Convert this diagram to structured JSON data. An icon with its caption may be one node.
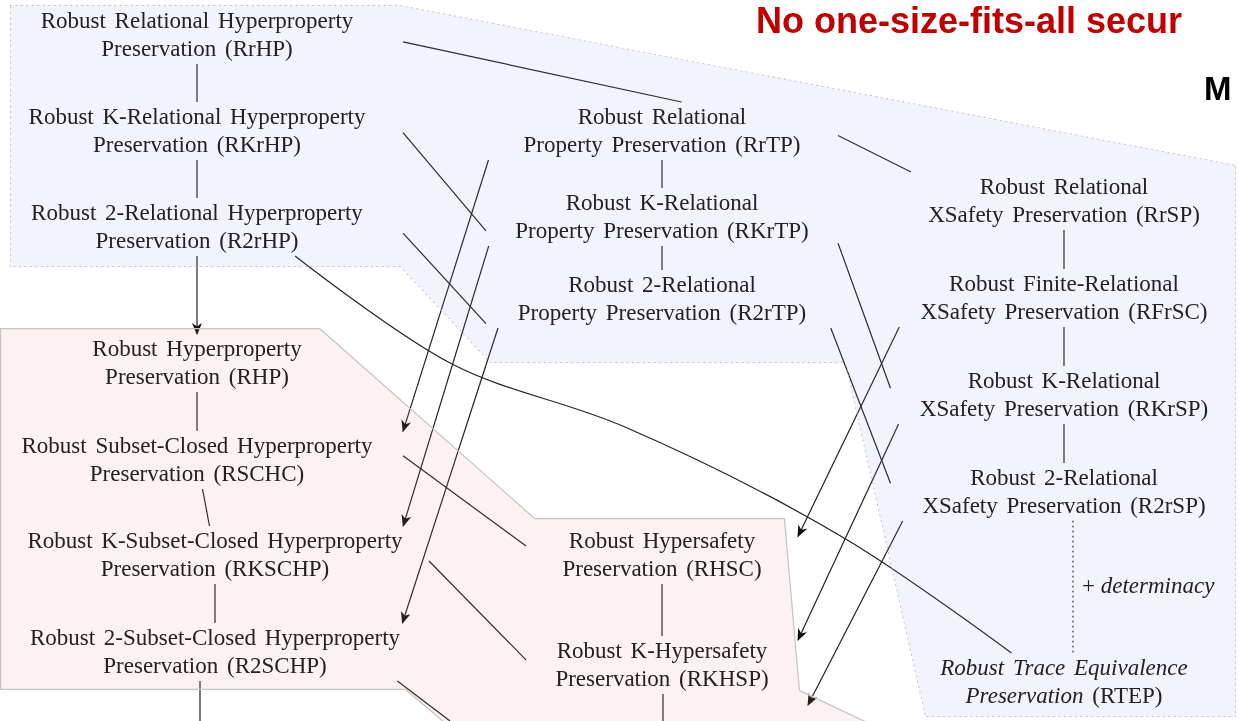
{
  "diagram": {
    "title": "No one-size-fits-all secur",
    "nodes": [
      {
        "text": [],
        "shape": "band"
      },
      {
        "text": [
          "Robust Relational Hyperproperty Preservation (RrHP)"
        ],
        "in": 0
      },
      {
        "text": [
          "Robust K-Relational Hyperproperty Preservation (RKrHP)"
        ],
        "in": 0
      },
      {
        "text": [
          "Robust 2-Relational Hyperproperty Preservation (R2rHP)"
        ],
        "in": 0
      },
      {
        "text": [
          "Robust Relational Property Preservation (RrTP)"
        ],
        "in": 0
      },
      {
        "text": [
          "Robust K-Relational Property Preservation (RKrTP)"
        ],
        "in": 0
      },
      {
        "text": [
          "Robust 2-Relational Property Preservation (R2rTP)"
        ],
        "in": 0
      },
      {
        "text": [
          "Robust Relational XSafety Preservation (RrSP)"
        ],
        "in": 0
      },
      {
        "text": [
          "Robust Finite-Relational XSafety Preservation (RFrSC)"
        ],
        "in": 0
      },
      {
        "text": [
          "Robust K-Relational XSafety Preservation (RKrSP)"
        ],
        "in": 0
      },
      {
        "text": [
          "Robust 2-Relational XSafety Preservation (R2rSP)"
        ],
        "in": 0
      },
      {
        "text": [
          "*Robust Trace Equivalence Preservation* (RTEP)"
        ],
        "in": 0
      },
      {
        "text": [],
        "shape": "band"
      },
      {
        "text": [
          "Robust Hyperproperty Preservation (RHP)"
        ],
        "in": 12
      },
      {
        "text": [
          "Robust Subset-Closed Hyperproperty Preservation (RSCHC)"
        ],
        "in": 12
      },
      {
        "text": [
          "Robust K-Subset-Closed Hyperproperty Preservation (RKSCHP)"
        ],
        "in": 12
      },
      {
        "text": [
          "Robust 2-Subset-Closed Hyperproperty Preservation (R2SCHP)"
        ],
        "in": 12
      },
      {
        "text": [
          "Robust Hypersafety Preservation (RHSC)"
        ],
        "in": 12
      },
      {
        "text": [
          "Robust K-Hypersafety Preservation (RKHSP)"
        ],
        "in": 12
      }
    ],
    "edges": [
      {
        "from": 1,
        "to": 2,
        "arrow": "none"
      },
      {
        "from": 2,
        "to": 3,
        "arrow": "none"
      },
      {
        "from": 4,
        "to": 5,
        "arrow": "none"
      },
      {
        "from": 5,
        "to": 6,
        "arrow": "none"
      },
      {
        "from": 7,
        "to": 8,
        "arrow": "none"
      },
      {
        "from": 8,
        "to": 9,
        "arrow": "none"
      },
      {
        "from": 9,
        "to": 10,
        "arrow": "none"
      },
      {
        "from": 10,
        "to": 11,
        "arrow": "none",
        "style": "dashed",
        "label": "+ *determinacy*"
      },
      {
        "from": 13,
        "to": 14,
        "arrow": "none"
      },
      {
        "from": 14,
        "to": 15,
        "arrow": "none"
      },
      {
        "from": 15,
        "to": 16,
        "arrow": "none"
      },
      {
        "from": 17,
        "to": 18,
        "arrow": "none"
      },
      {
        "from": 1,
        "to": 4,
        "arrow": "none"
      },
      {
        "from": 4,
        "to": 7,
        "arrow": "none"
      },
      {
        "from": 2,
        "to": 5,
        "arrow": "none"
      },
      {
        "from": 5,
        "to": 9,
        "arrow": "none"
      },
      {
        "from": 3,
        "to": 6,
        "arrow": "none"
      },
      {
        "from": 6,
        "to": 10,
        "arrow": "none"
      },
      {
        "from": 3,
        "to": 11,
        "arrow": "none"
      },
      {
        "from": 14,
        "to": 17,
        "arrow": "none"
      },
      {
        "from": 15,
        "to": 18,
        "arrow": "none"
      },
      {
        "from": 3,
        "to": 13,
        "arrow": "to"
      },
      {
        "from": 4,
        "to": 14,
        "arrow": "to"
      },
      {
        "from": 5,
        "to": 15,
        "arrow": "to"
      },
      {
        "from": 6,
        "to": 16,
        "arrow": "to"
      },
      {
        "from": 8,
        "to": 17,
        "arrow": "to"
      },
      {
        "from": 9,
        "to": 18,
        "arrow": "to"
      },
      {
        "from": 10,
        "to": 12,
        "arrow": "to"
      },
      {
        "from": 16,
        "to": null,
        "arrow": "none"
      },
      {
        "from": 16,
        "to": null,
        "arrow": "none"
      },
      {
        "from": 18,
        "to": null,
        "arrow": "none"
      }
    ],
    "labels": [
      "M"
    ]
  }
}
